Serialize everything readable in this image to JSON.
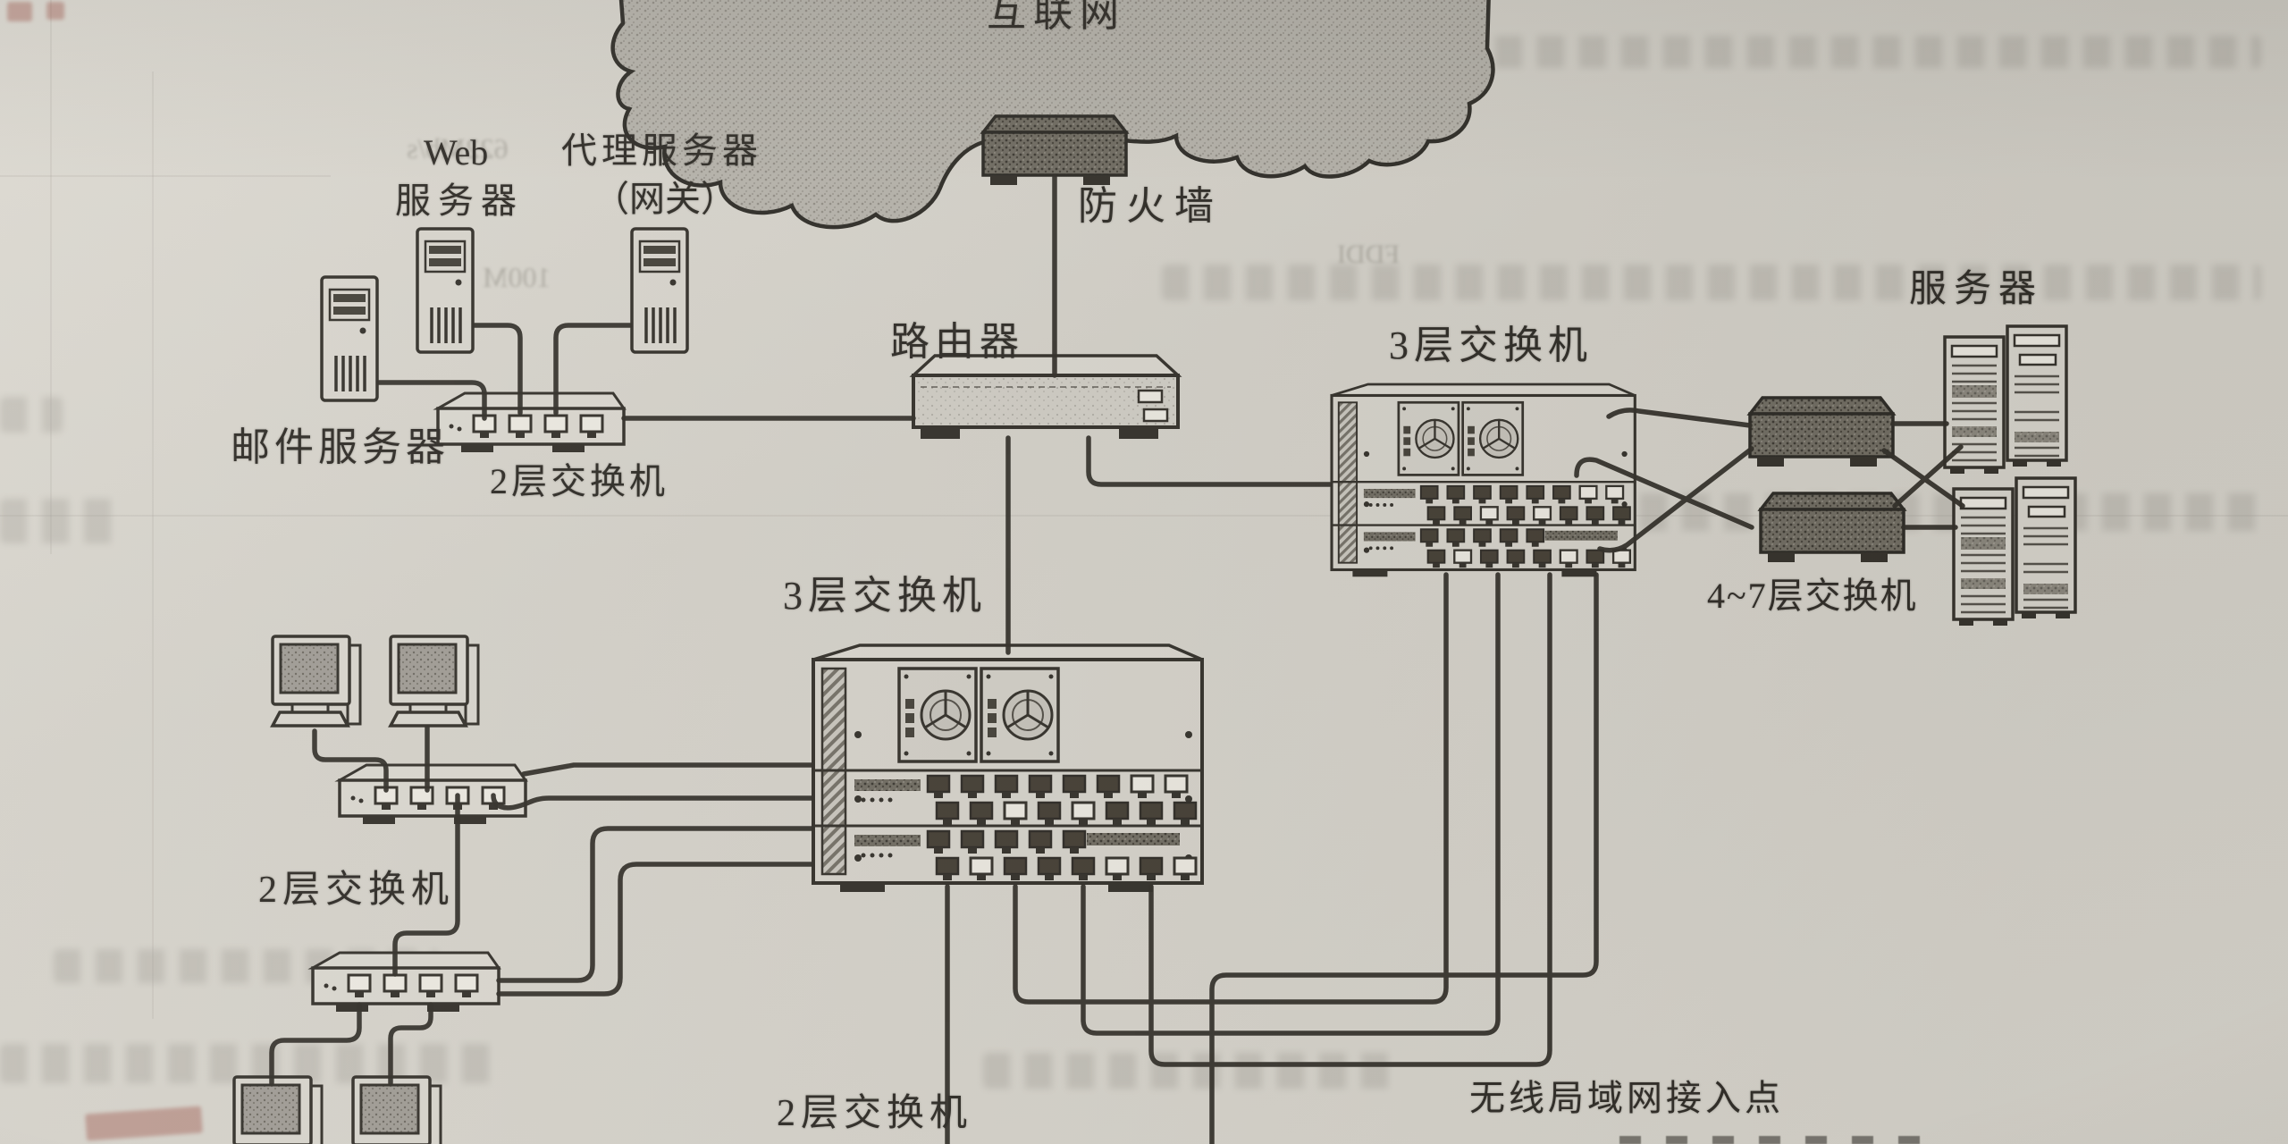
{
  "page": {
    "kind": "scanned-textbook-page-photo",
    "paper_color": "#d6d3cb",
    "ink_color": "#34312b",
    "cloud_fill": "#b7b4ac",
    "dark_device_fill": "#716d63"
  },
  "diagram": {
    "type": "network-topology",
    "labels": {
      "internet": "互联网",
      "web_server_line1": "Web",
      "web_server_line2": "服务器",
      "proxy_server_line1": "代理服务器",
      "proxy_server_line2": "（网关）",
      "mail_server": "邮件服务器",
      "firewall": "防火墙",
      "router": "路由器",
      "l2_switch": "2层交换机",
      "l3_switch": "3层交换机",
      "l47_switch": "4~7层交换机",
      "servers": "服务器",
      "wlan_ap": "无线局域网接入点"
    },
    "nodes": [
      {
        "id": "internet",
        "kind": "cloud",
        "label_key": "internet"
      },
      {
        "id": "firewall",
        "kind": "appliance",
        "label_key": "firewall"
      },
      {
        "id": "router",
        "kind": "router",
        "label_key": "router"
      },
      {
        "id": "web-server",
        "kind": "tower-server",
        "label_key": "web_server_line1"
      },
      {
        "id": "proxy-server",
        "kind": "tower-server",
        "label_key": "proxy_server_line1"
      },
      {
        "id": "mail-server",
        "kind": "tower-server",
        "label_key": "mail_server"
      },
      {
        "id": "l2-switch-top",
        "kind": "desktop-switch",
        "label_key": "l2_switch"
      },
      {
        "id": "l2-switch-mid",
        "kind": "desktop-switch",
        "label_key": "l2_switch"
      },
      {
        "id": "l2-switch-bottom",
        "kind": "desktop-switch",
        "label_key": "l2_switch"
      },
      {
        "id": "l3-switch-core",
        "kind": "chassis-switch",
        "label_key": "l3_switch"
      },
      {
        "id": "l3-switch-right",
        "kind": "chassis-switch",
        "label_key": "l3_switch"
      },
      {
        "id": "l47-switch-1",
        "kind": "appliance",
        "label_key": "l47_switch"
      },
      {
        "id": "l47-switch-2",
        "kind": "appliance",
        "label_key": "l47_switch"
      },
      {
        "id": "server-pair-1",
        "kind": "rack-servers",
        "label_key": "servers"
      },
      {
        "id": "server-pair-2",
        "kind": "rack-servers",
        "label_key": "servers"
      },
      {
        "id": "pc-1",
        "kind": "desktop-pc"
      },
      {
        "id": "pc-2",
        "kind": "desktop-pc"
      },
      {
        "id": "pc-3",
        "kind": "desktop-pc"
      },
      {
        "id": "pc-4",
        "kind": "desktop-pc"
      },
      {
        "id": "wlan-ap",
        "kind": "off-page-device",
        "label_key": "wlan_ap"
      }
    ],
    "edges": [
      [
        "internet",
        "firewall"
      ],
      [
        "firewall",
        "router"
      ],
      [
        "router",
        "l2-switch-top"
      ],
      [
        "l2-switch-top",
        "mail-server"
      ],
      [
        "l2-switch-top",
        "web-server"
      ],
      [
        "l2-switch-top",
        "proxy-server"
      ],
      [
        "router",
        "l3-switch-core"
      ],
      [
        "router",
        "l3-switch-right"
      ],
      [
        "l2-switch-mid",
        "pc-1"
      ],
      [
        "l2-switch-mid",
        "pc-2"
      ],
      [
        "l2-switch-mid",
        "l3-switch-core"
      ],
      [
        "l2-switch-mid",
        "l2-switch-bottom"
      ],
      [
        "l2-switch-bottom",
        "pc-3"
      ],
      [
        "l2-switch-bottom",
        "pc-4"
      ],
      [
        "l2-switch-bottom",
        "l3-switch-core"
      ],
      [
        "l3-switch-core",
        "l3-switch-right"
      ],
      [
        "l3-switch-core",
        "wlan-ap"
      ],
      [
        "l3-switch-right",
        "wlan-ap"
      ],
      [
        "l3-switch-right",
        "l47-switch-1"
      ],
      [
        "l3-switch-right",
        "l47-switch-2"
      ],
      [
        "l47-switch-1",
        "server-pair-1"
      ],
      [
        "l47-switch-1",
        "server-pair-2"
      ],
      [
        "l47-switch-2",
        "server-pair-1"
      ],
      [
        "l47-switch-2",
        "server-pair-2"
      ]
    ]
  },
  "ghost_text": {
    "g1": "622Mb/s",
    "g2": "100M",
    "g3": "FDDI"
  }
}
